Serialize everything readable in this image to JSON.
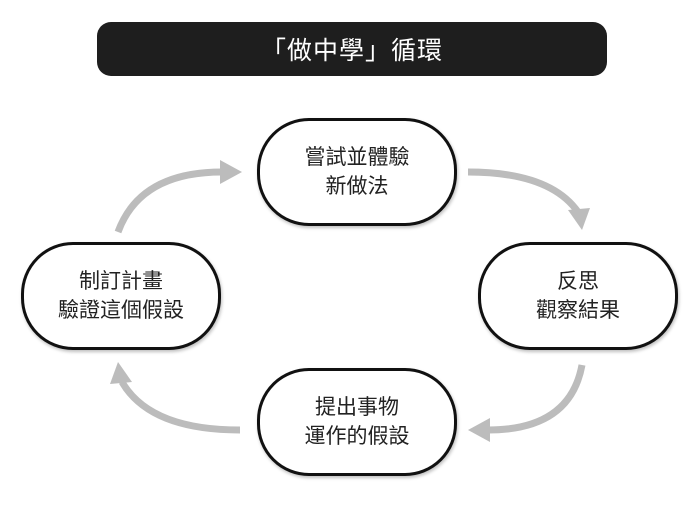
{
  "title": "「做中學」循環",
  "colors": {
    "title_bg": "#1e1e1e",
    "arrow": "#bcbcbc",
    "border": "#111111"
  },
  "nodes": {
    "top": {
      "line1": "嘗試並體驗",
      "line2": "新做法"
    },
    "right": {
      "line1": "反思",
      "line2": "觀察結果"
    },
    "bottom": {
      "line1": "提出事物",
      "line2": "運作的假設"
    },
    "left": {
      "line1": "制訂計畫",
      "line2": "驗證這個假設"
    }
  }
}
